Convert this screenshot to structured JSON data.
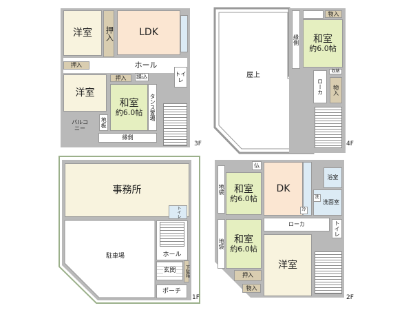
{
  "floors": {
    "f3": {
      "label": "3F",
      "rooms": {
        "youshitsu1": "洋室",
        "oshiire1": "押入",
        "ldk": "LDK",
        "oshiire2": "押入",
        "hall": "ホール",
        "youshitsu2": "洋室",
        "oshiire3": "押入",
        "fumikomi": "踏込",
        "washitsu": "和室",
        "washitsu_size": "約6.0帖",
        "tansu": "タンス置場",
        "toilet": "トイレ",
        "jiita": "地板",
        "balcony": "バルコニー",
        "engawa": "縁側"
      }
    },
    "f4": {
      "label": "4F",
      "rooms": {
        "monoire1": "物入",
        "engawa": "縁側",
        "washitsu": "和室",
        "washitsu_size": "約6.0帖",
        "okujou": "屋上",
        "shuunou": "収納",
        "roka": "ローカ",
        "monoire2": "物入"
      }
    },
    "f1": {
      "label": "1F",
      "rooms": {
        "jimusho": "事務所",
        "toilet": "トイレ",
        "hall": "ホール",
        "parking": "駐車場",
        "genkan": "玄関",
        "getabako": "下駄箱",
        "porch": "ポーチ"
      }
    },
    "f2": {
      "label": "2F",
      "rooms": {
        "butsudan": "仏",
        "jibukuro1": "地袋",
        "washitsu1": "和室",
        "washitsu1_size": "約6.0帖",
        "dk": "DK",
        "bath": "浴室",
        "sentaku": "洗",
        "reizouko": "冷",
        "senmen": "洗面室",
        "roka": "ローカ",
        "toilet": "トイレ",
        "jibukuro2": "地袋",
        "washitsu2": "和室",
        "washitsu2_size": "約6.0帖",
        "youshitsu": "洋室",
        "oshiire": "押入",
        "monoire": "物入"
      }
    }
  },
  "colors": {
    "western_room": "#f8f3de",
    "closet": "#d9cdb0",
    "ldk": "#fbe6d2",
    "japanese_room": "#e5efc0",
    "wet_area": "#dcebf5",
    "wall": "#b9b9b9"
  }
}
